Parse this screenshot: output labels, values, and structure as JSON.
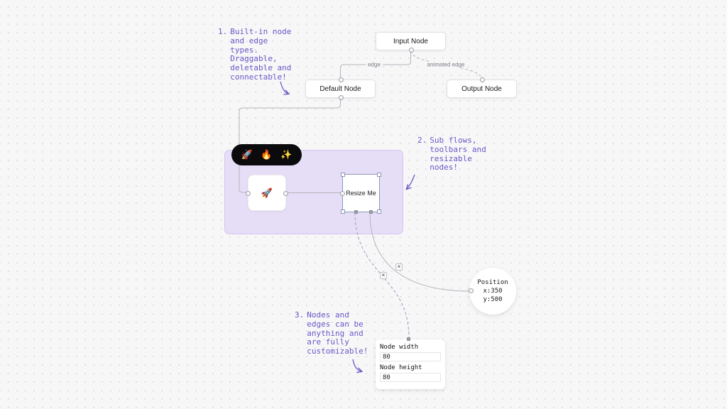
{
  "annotations": {
    "a1": {
      "number": "1.",
      "text": "Built-in node\nand edge\ntypes.\nDraggable,\ndeletable and\nconnectable!"
    },
    "a2": {
      "number": "2.",
      "text": "Sub flows,\ntoolbars and\nresizable\nnodes!"
    },
    "a3": {
      "number": "3.",
      "text": "Nodes and\nedges can be\nanything and\nare fully\ncustomizable!"
    }
  },
  "nodes": {
    "input": {
      "label": "Input Node"
    },
    "default": {
      "label": "Default Node"
    },
    "output": {
      "label": "Output Node"
    },
    "resize": {
      "label": "Resize Me"
    },
    "emoji": {
      "icon": "🚀"
    },
    "toolbar": {
      "items": [
        "🚀",
        "🔥",
        "✨"
      ]
    },
    "position": {
      "text": "Position\nx:350\ny:500"
    },
    "dimensions": {
      "width_label": "Node width",
      "width_value": "80",
      "height_label": "Node height",
      "height_value": "80"
    }
  },
  "edges": {
    "edge_label": "edge",
    "animated_edge_label": "animated edge",
    "delete_symbol": "×"
  },
  "colors": {
    "annotation": "#6a58c6",
    "edge": "#b5b5bc",
    "subflow_bg": "#e6def7",
    "toolbar_bg": "#0b0b0d",
    "canvas_bg": "#f7f7f8",
    "resizer": "#8b96b8"
  }
}
